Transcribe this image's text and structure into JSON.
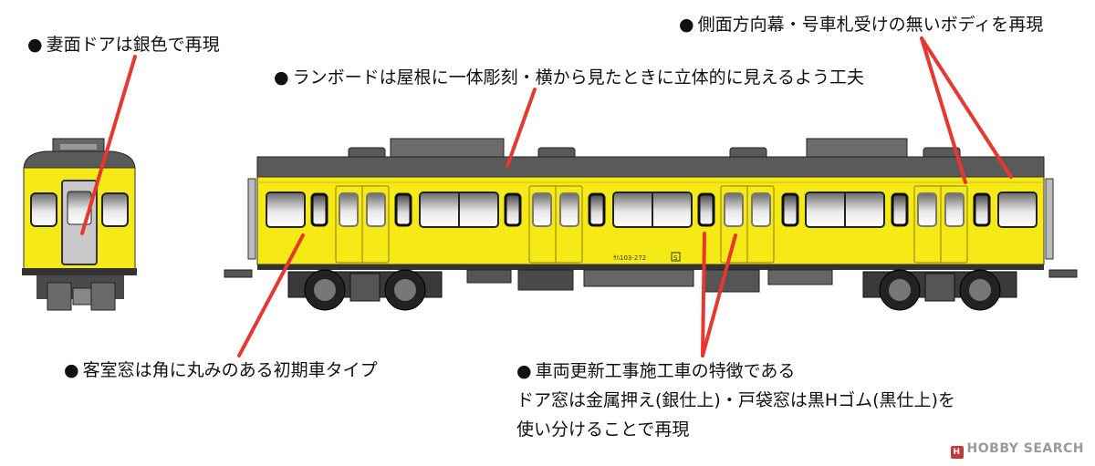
{
  "annotations": {
    "front_door": "妻面ドアは銀色で再現",
    "runboard": "ランボードは屋根に一体彫刻・横から見たときに立体的に見えるよう工夫",
    "side_body": "側面方向幕・号車札受けの無いボディを再現",
    "passenger_window": "客室窓は角に丸みのある初期車タイプ",
    "renewal_line1": "車両更新工事施工車の特徴である",
    "renewal_line2": "ドア窓は金属押え(銀仕上)・戸袋窓は黒Hゴム(黒仕上)を",
    "renewal_line3": "使い分けることで再現"
  },
  "bullet": "●",
  "car_number": "ｻﾊ103-272",
  "car_mark": "S",
  "watermark": "HOBBY SEARCH",
  "colors": {
    "body": "#f6ea16",
    "roof": "#5a5a5a",
    "pointer": "#e8372f",
    "chassis": "#3a3a3a"
  }
}
